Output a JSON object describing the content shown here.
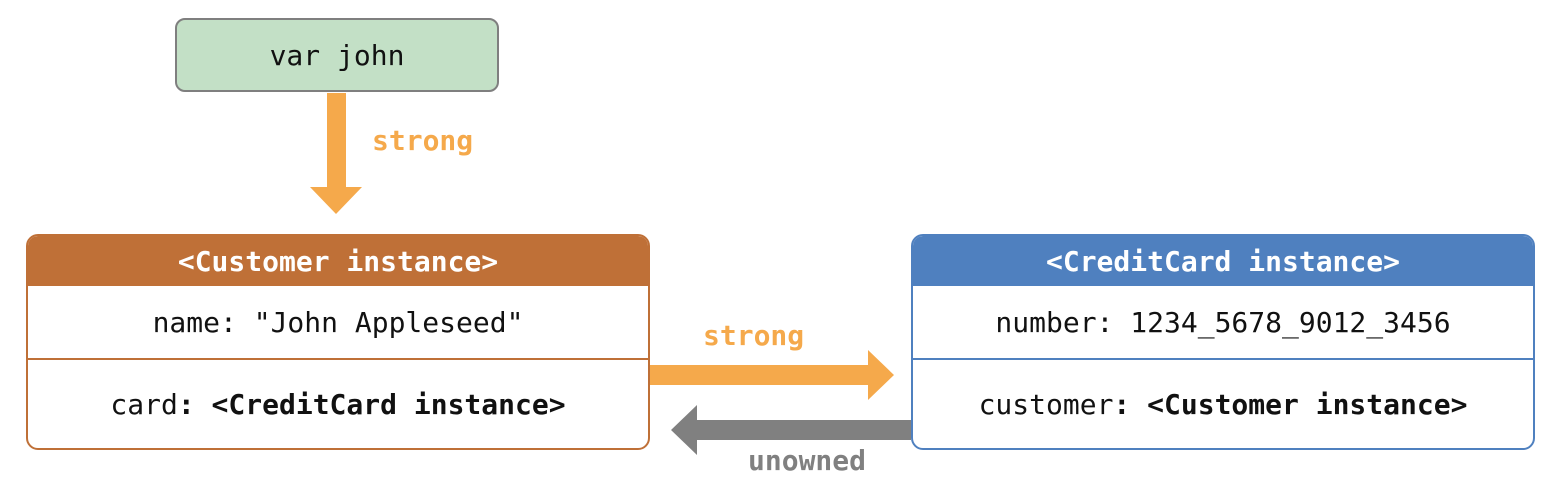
{
  "variable": {
    "label": "var john"
  },
  "customer_instance": {
    "title": "<Customer instance>",
    "name_key": "name:",
    "name_value": " \"John Appleseed\"",
    "card_key": "card",
    "card_value": ": <CreditCard instance>"
  },
  "creditcard_instance": {
    "title": "<CreditCard instance>",
    "number_key": "number:",
    "number_value": " 1234_5678_9012_3456",
    "customer_key": "customer",
    "customer_value": ": <Customer instance>"
  },
  "arrows": {
    "john_to_customer": "strong",
    "customer_to_card": "strong",
    "card_to_customer": "unowned"
  },
  "colors": {
    "variable_fill": "#c3e0c6",
    "customer_accent": "#bf7037",
    "creditcard_accent": "#4f80bf",
    "strong_arrow": "#f5a94b",
    "unowned_arrow": "#808080"
  }
}
